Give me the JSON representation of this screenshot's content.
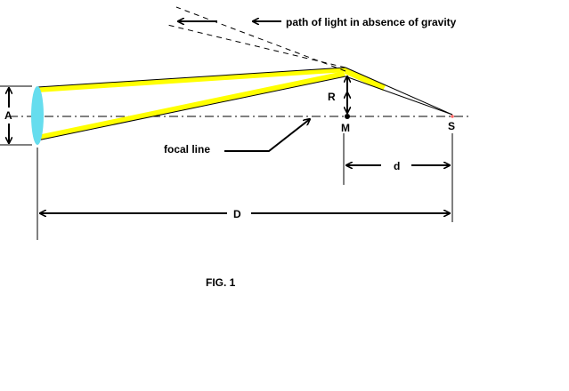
{
  "labels": {
    "path_note": "path of light in absence of gravity",
    "aperture": "A",
    "radius": "R",
    "mass": "M",
    "source": "S",
    "focal": "focal line",
    "source_distance": "d",
    "total_distance": "D",
    "figure": "FIG. 1"
  },
  "colors": {
    "ray": "#ffff00",
    "lens": "#66ddee",
    "line": "#000000",
    "source_dot": "#ff6666"
  }
}
